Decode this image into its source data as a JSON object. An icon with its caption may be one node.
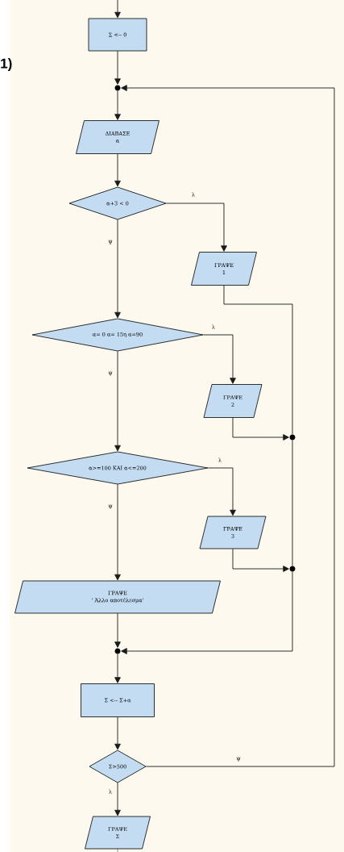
{
  "diagram": {
    "nodes": [
      {
        "text": [
          "Σ <-- 0"
        ]
      },
      {
        "text": [],
        "shape": "circle"
      },
      {
        "text": [
          "ΔΙΑΒΑΣΕ",
          "α"
        ]
      },
      {
        "text": [
          "α+3 < 0"
        ]
      },
      {
        "text": [
          "ΓΡΑΨΕ",
          "1"
        ]
      },
      {
        "text": [
          "α= 0 α= 15η α=90"
        ]
      },
      {
        "text": [
          "ΓΡΑΨΕ",
          "2"
        ]
      },
      {
        "text": [],
        "shape": "circle"
      },
      {
        "text": [
          "α>=100 ΚΑΙ α<=200"
        ]
      },
      {
        "text": [
          "ΓΡΑΨΕ",
          "3"
        ]
      },
      {
        "text": [],
        "shape": "circle"
      },
      {
        "text": [
          "ΓΡΑΨΕ",
          "' Άλλο αποτέλεσμα'"
        ]
      },
      {
        "text": [],
        "shape": "circle"
      },
      {
        "text": [
          "Σ <-- Σ+α"
        ]
      },
      {
        "text": [
          "Σ>500"
        ]
      },
      {
        "text": [
          "ΓΡΑΨΕ",
          "Σ"
        ]
      }
    ],
    "edges": [
      {
        "from": null,
        "to": 0,
        "arrow": "to"
      },
      {
        "from": 0,
        "to": 1,
        "arrow": "to"
      },
      {
        "from": 1,
        "to": 2,
        "arrow": "to"
      },
      {
        "from": 2,
        "to": 3,
        "arrow": "to"
      },
      {
        "from": 3,
        "to": 4,
        "arrow": "to",
        "label": "λ"
      },
      {
        "from": 3,
        "to": 5,
        "arrow": "to",
        "label": "Ψ"
      },
      {
        "from": 4,
        "to": 7,
        "arrow": "none"
      },
      {
        "from": 5,
        "to": 6,
        "arrow": "to",
        "label": "λ"
      },
      {
        "from": 5,
        "to": 8,
        "arrow": "to",
        "label": "Ψ"
      },
      {
        "from": 6,
        "to": 7,
        "arrow": "to"
      },
      {
        "from": 7,
        "to": 10,
        "arrow": "none"
      },
      {
        "from": 8,
        "to": 9,
        "arrow": "to",
        "label": "λ"
      },
      {
        "from": 8,
        "to": 11,
        "arrow": "to",
        "label": "Ψ"
      },
      {
        "from": 9,
        "to": 10,
        "arrow": "to"
      },
      {
        "from": 10,
        "to": 12,
        "arrow": "to"
      },
      {
        "from": 11,
        "to": 12,
        "arrow": "to"
      },
      {
        "from": 12,
        "to": 13,
        "arrow": "to"
      },
      {
        "from": 13,
        "to": 14,
        "arrow": "to"
      },
      {
        "from": 14,
        "to": 15,
        "arrow": "to",
        "label": "λ"
      },
      {
        "from": 14,
        "to": 1,
        "arrow": "to",
        "label": "Ψ"
      },
      {
        "from": 15,
        "to": null,
        "arrow": "none"
      }
    ],
    "labels": [
      "1)"
    ]
  }
}
